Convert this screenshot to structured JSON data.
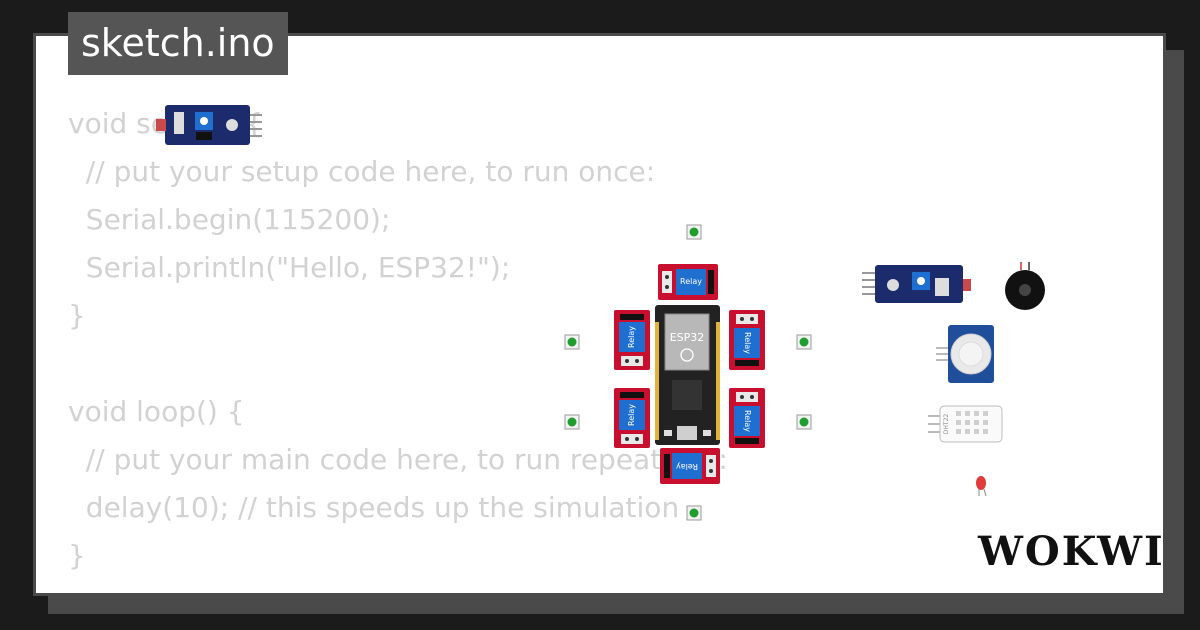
{
  "file_title": "sketch.ino",
  "code_lines": [
    "void setup() {",
    "  // put your setup code here, to run once:",
    "  Serial.begin(115200);",
    "  Serial.println(\"Hello, ESP32!\");",
    "}",
    "",
    "void loop() {",
    "  // put your main code here, to run repeatedly:",
    "  delay(10); // this speeds up the simulation",
    "}"
  ],
  "board_label": "ESP32",
  "relay_label": "Relay",
  "dht_label": "DHT22",
  "brand": "WOKWI",
  "colors": {
    "relay_red": "#c8102e",
    "relay_blue": "#1f6fd1",
    "button_green": "#1f9d2e",
    "board_dark": "#222222",
    "sensor_navy": "#1b2b6b",
    "code_gray": "#d2d2d2"
  }
}
